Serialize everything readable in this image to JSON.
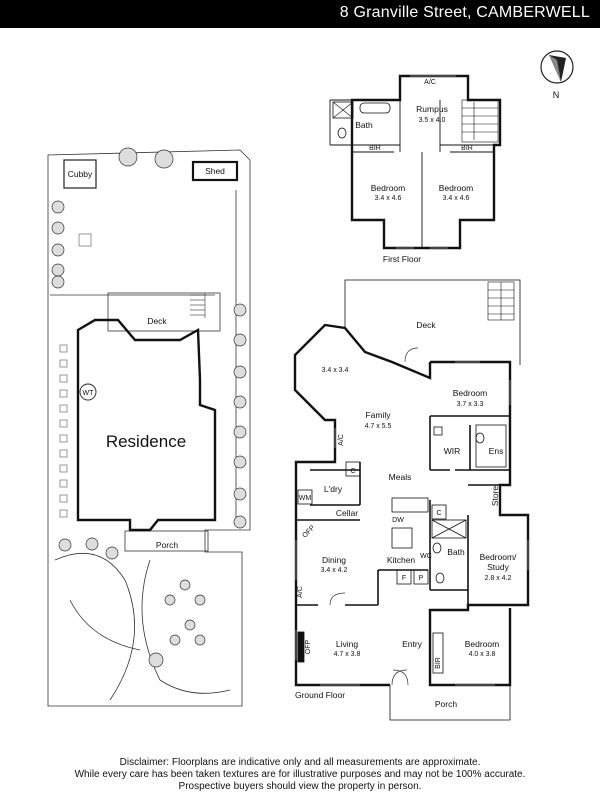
{
  "header": {
    "title": "8 Granville Street, CAMBERWELL"
  },
  "compass": {
    "label": "N"
  },
  "site": {
    "residence": "Residence",
    "cubby": "Cubby",
    "shed": "Shed",
    "deck": "Deck",
    "porch": "Porch",
    "water_tank": "WT"
  },
  "first_floor": {
    "caption": "First Floor",
    "ac": "A/C",
    "rumpus": {
      "name": "Rumpus",
      "size": "3.5 x 4.0"
    },
    "bath": "Bath",
    "bir_left": "BIR",
    "bir_right": "BIR",
    "bedroom_left": {
      "name": "Bedroom",
      "size": "3.4 x 4.6"
    },
    "bedroom_right": {
      "name": "Bedroom",
      "size": "3.4 x 4.6"
    }
  },
  "ground_floor": {
    "caption": "Ground Floor",
    "deck": "Deck",
    "bay": "3.4 x 3.4",
    "family": {
      "name": "Family",
      "size": "4.7 x 5.5"
    },
    "ac_family": "A/C",
    "bedroom_main": {
      "name": "Bedroom",
      "size": "3.7 x 3.3"
    },
    "wir": "WIR",
    "ens": "Ens",
    "meals": "Meals",
    "c_laundry": "C",
    "laundry": "L'dry",
    "wm": "WM",
    "cellar": "Cellar",
    "dw": "DW",
    "c_kitchen": "C",
    "store": "Store",
    "dining": {
      "name": "Dining",
      "size": "3.4 x 4.2"
    },
    "ofp_dining": "OFP",
    "ac_dining": "A/C",
    "kitchen": "Kitchen",
    "f": "F",
    "p": "P",
    "wc": "WC",
    "bath": "Bath",
    "bedroom_study": {
      "line1": "Bedroom/",
      "line2": "Study",
      "size": "2.8 x 4.2"
    },
    "living": {
      "name": "Living",
      "size": "4.7 x 3.8"
    },
    "ofp_living": "OFP",
    "entry": "Entry",
    "bedroom_front": {
      "name": "Bedroom",
      "size": "4.0 x 3.8"
    },
    "bir": "BIR",
    "porch": "Porch"
  },
  "disclaimer": {
    "line1": "Disclaimer: Floorplans are indicative only and all measurements are approximate.",
    "line2": "While every care has been taken textures are for illustrative purposes and may not be 100% accurate.",
    "line3": "Prospective buyers should view the property in person."
  }
}
